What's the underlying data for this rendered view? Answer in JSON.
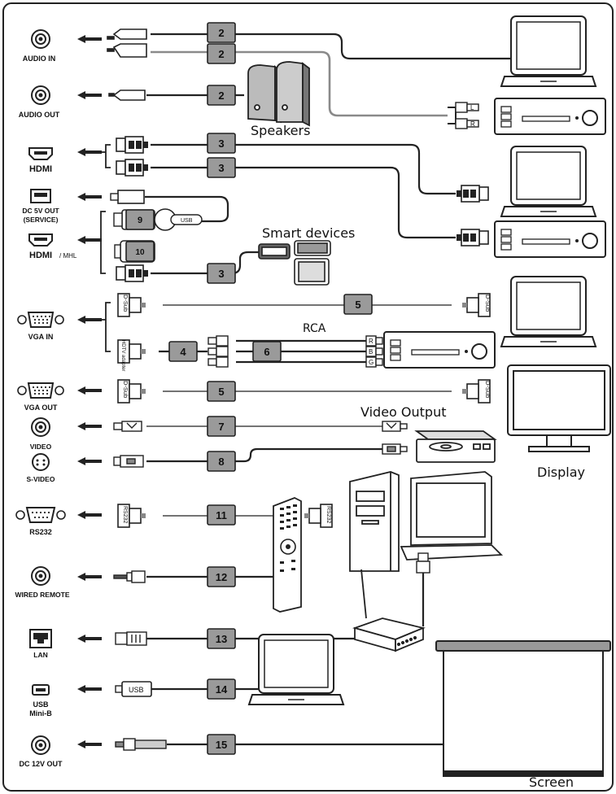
{
  "ports": {
    "audio_in": "AUDIO IN",
    "audio_out": "AUDIO OUT",
    "hdmi": "HDMI",
    "dc5v_line1": "DC 5V OUT",
    "dc5v_line2": "(SERVICE)",
    "hdmi_mhl": "HDMI",
    "hdmi_mhl_suffix": "/ MHL",
    "vga_in": "VGA IN",
    "vga_out": "VGA OUT",
    "video": "VIDEO",
    "svideo": "S-VIDEO",
    "rs232": "RS232",
    "wired_remote": "WIRED REMOTE",
    "lan": "LAN",
    "usb_line1": "USB",
    "usb_line2": "Mini-B",
    "dc12v": "DC 12V OUT"
  },
  "devices": {
    "speakers": "Speakers",
    "smart_devices": "Smart devices",
    "rca": "RCA",
    "video_output": "Video Output",
    "display": "Display",
    "screen": "Screen"
  },
  "connectors": {
    "dsub": "D-Sub",
    "usb": "USB",
    "rs232": "RS232",
    "hdtv": "HDTV adapter",
    "rca_r": "R",
    "rca_b": "B",
    "rca_g": "G",
    "audio_l": "L",
    "audio_r": "R"
  },
  "cables": {
    "c2a": "2",
    "c2b": "2",
    "c2c": "2",
    "c3a": "3",
    "c3b": "3",
    "c3c": "3",
    "c9": "9",
    "c10": "10",
    "c4": "4",
    "c5a": "5",
    "c6": "6",
    "c5b": "5",
    "c7": "7",
    "c8": "8",
    "c11": "11",
    "c12": "12",
    "c13": "13",
    "c14": "14",
    "c15": "15"
  }
}
